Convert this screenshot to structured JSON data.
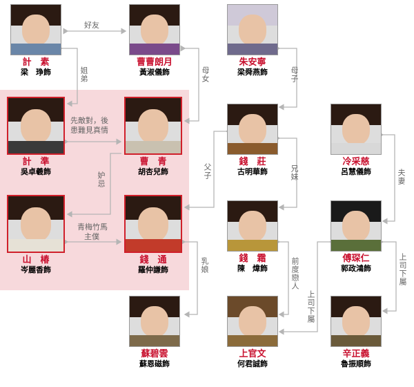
{
  "characters": {
    "ji_su": {
      "name": "計　素",
      "actor": "梁　琤飾"
    },
    "cao_langyue": {
      "name": "曹曹朗月",
      "actor": "黃淑儀飾"
    },
    "zhu_anning": {
      "name": "朱安寧",
      "actor": "梁舜燕飾"
    },
    "ji_zhun": {
      "name": "計　準",
      "actor": "吳卓羲飾"
    },
    "cao_qing": {
      "name": "曹　青",
      "actor": "胡杏兒飾"
    },
    "qian_zhuang": {
      "name": "錢　莊",
      "actor": "古明華飾"
    },
    "leng_caici": {
      "name": "冷采慈",
      "actor": "呂慧儀飾"
    },
    "shan_chun": {
      "name": "山　椿",
      "actor": "岑麗香飾"
    },
    "qian_tong": {
      "name": "錢　通",
      "actor": "羅仲謙飾"
    },
    "qian_shuang": {
      "name": "錢　霜",
      "actor": "陳　煒飾"
    },
    "fu_shenren": {
      "name": "傅琛仁",
      "actor": "郭政鴻飾"
    },
    "su_biyun": {
      "name": "蘇碧雲",
      "actor": "蘇恩磁飾"
    },
    "shangguan_wen": {
      "name": "上官文",
      "actor": "何君誠飾"
    },
    "xin_zhengyi": {
      "name": "辛正義",
      "actor": "魯振順飾"
    }
  },
  "relations": {
    "friends": "好友",
    "sister_brother": "姐弟",
    "mother_daughter": "母女",
    "mother_son": "母子",
    "enemy_line1": "先敵對，後",
    "enemy_line2": "患難見真情",
    "jealous": "妒忌",
    "father_son": "父子",
    "siblings": "兄妹",
    "husband_wife": "夫妻",
    "childhood_line1": "青梅竹馬",
    "childhood_line2": "主僕",
    "nanny": "乳娘",
    "ex_lover": "前度戀人",
    "superior_sub_1": "上司下屬",
    "superior_sub_2": "上司下屬"
  },
  "colors": {
    "name_red": "#c8102e",
    "zone_pink": "#f7d9dc",
    "line_gray": "#b5b5b5"
  }
}
